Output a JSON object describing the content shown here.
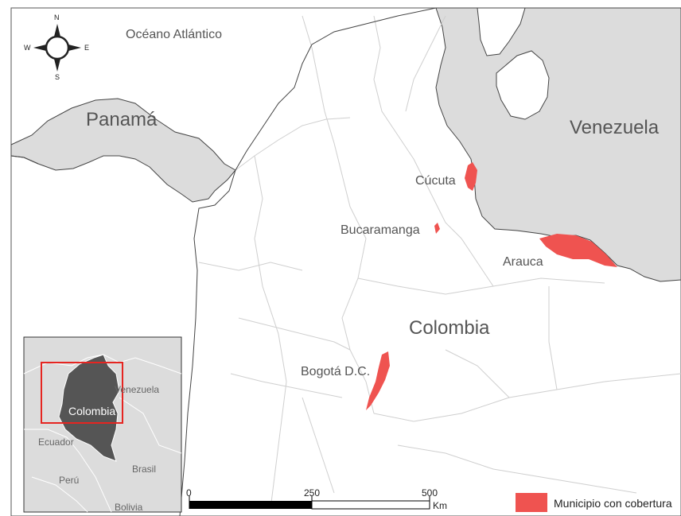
{
  "labels": {
    "ocean": "Océano Atlántico",
    "panama": "Panamá",
    "venezuela": "Venezuela",
    "colombia": "Colombia",
    "cucuta": "Cúcuta",
    "bucaramanga": "Bucaramanga",
    "arauca": "Arauca",
    "bogota": "Bogotá D.C."
  },
  "compass": {
    "n": "N",
    "s": "S",
    "e": "E",
    "w": "W"
  },
  "inset": {
    "colombia": "Colombia",
    "venezuela": "Venezuela",
    "ecuador": "Ecuador",
    "peru": "Perú",
    "brasil": "Brasil",
    "bolivia": "Bolivia"
  },
  "scale": {
    "t0": "0",
    "t1": "250",
    "t2": "500",
    "unit": "Km"
  },
  "legend": {
    "label": "Municipio con cobertura"
  },
  "colors": {
    "highlight": "#EF5350",
    "neighbor": "#DCDCDC",
    "land": "#FFFFFF",
    "border": "#444444",
    "inset_colombia": "#555555",
    "inset_frame": "#E52521"
  }
}
